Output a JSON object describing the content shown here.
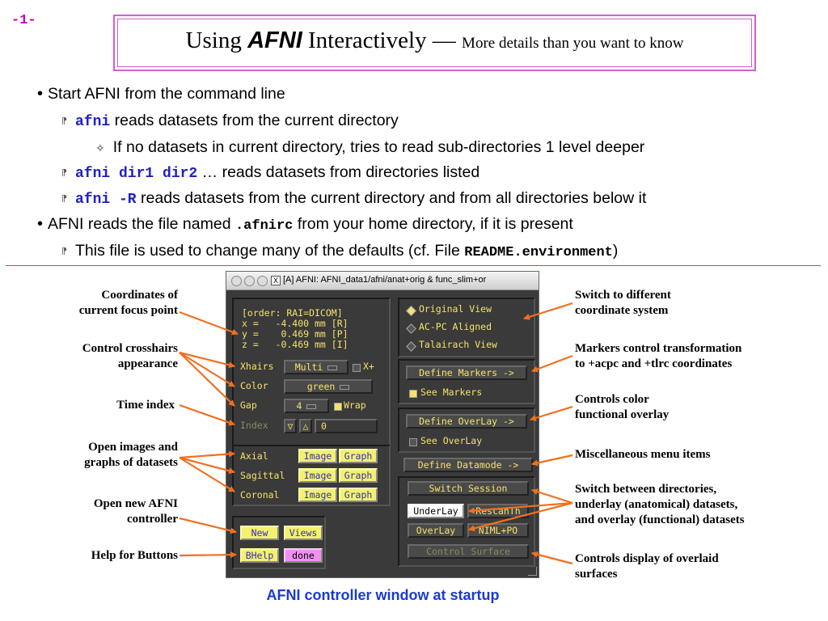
{
  "page_number": "-1-",
  "title": {
    "part1": "Using",
    "afni": "AFNI",
    "part2": "Interactively —",
    "small": "More details than you want to know"
  },
  "bullets": {
    "b1": "Start AFNI from the command line",
    "b1_1_code": "afni",
    "b1_1_text": "reads datasets from the current directory",
    "b1_1_1": "If no datasets in current directory, tries to read sub-directories 1 level deeper",
    "b1_2_code": "afni dir1 dir2",
    "b1_2_text": "… reads datasets from directories listed",
    "b1_3_code": "afni -R",
    "b1_3_text": "reads datasets from the current directory and from all directories below it",
    "b2_pre": "AFNI reads the file named",
    "b2_code": ".afnirc",
    "b2_post": "from your home directory, if it is present",
    "b2_1_pre": "This file is used to change many of the defaults (cf. File",
    "b2_1_code": "README.environment",
    "b2_1_post": ")"
  },
  "window": {
    "title": "[A] AFNI: AFNI_data1/afni/anat+orig & func_slim+or",
    "x_glyph": "X",
    "coords": "[order: RAI=DICOM]\nx =   -4.400 mm [R]\ny =    0.469 mm [P]\nz =   -0.469 mm [I]",
    "xhairs_label": "Xhairs",
    "xhairs_value": "Multi",
    "xplus_label": "X+",
    "color_label": "Color",
    "color_value": "green",
    "gap_label": "Gap",
    "gap_value": "4",
    "wrap_label": "Wrap",
    "index_label": "Index",
    "index_down": "▽",
    "index_up": "△",
    "index_value": "0",
    "axial": "Axial",
    "sagittal": "Sagittal",
    "coronal": "Coronal",
    "image": "Image",
    "graph": "Graph",
    "new": "New",
    "views": "Views",
    "bhelp": "BHelp",
    "done": "done",
    "original_view": "Original View",
    "acpc": "AC-PC Aligned",
    "talairach": "Talairach View",
    "define_markers": "Define Markers ->",
    "see_markers": "See Markers",
    "define_overlay": "Define OverLay ->",
    "see_overlay": "See OverLay",
    "define_datamode": "Define Datamode ->",
    "switch_session": "Switch Session",
    "underlay": "UnderLay",
    "rescan": "RescanTh",
    "overlay": "OverLay",
    "niml": "NIML+PO",
    "control_surface": "Control Surface"
  },
  "annotations": {
    "coords": [
      "Coordinates of",
      "current focus point"
    ],
    "crosshairs": [
      "Control crosshairs",
      "appearance"
    ],
    "time": [
      "Time index"
    ],
    "images": [
      "Open images and",
      "graphs of datasets"
    ],
    "newctl": [
      "Open new AFNI",
      "controller"
    ],
    "help": [
      "Help for Buttons"
    ],
    "switch_coord": [
      "Switch to different",
      "coordinate system"
    ],
    "markers": [
      "Markers control transformation",
      "to +acpc and +tlrc coordinates"
    ],
    "color_overlay": [
      "Controls color",
      "functional overlay"
    ],
    "misc": [
      "Miscellaneous menu items"
    ],
    "switch_dirs": [
      "Switch between directories,",
      "underlay (anatomical) datasets,",
      "and overlay (functional) datasets"
    ],
    "surfaces": [
      "Controls display of overlaid",
      "surfaces"
    ]
  },
  "caption": "AFNI controller window at startup",
  "colors": {
    "accent_magenta": "#d060d0",
    "code_blue": "#2020c0",
    "arrow_orange": "#f07020",
    "caption_blue": "#1a3ad0"
  }
}
